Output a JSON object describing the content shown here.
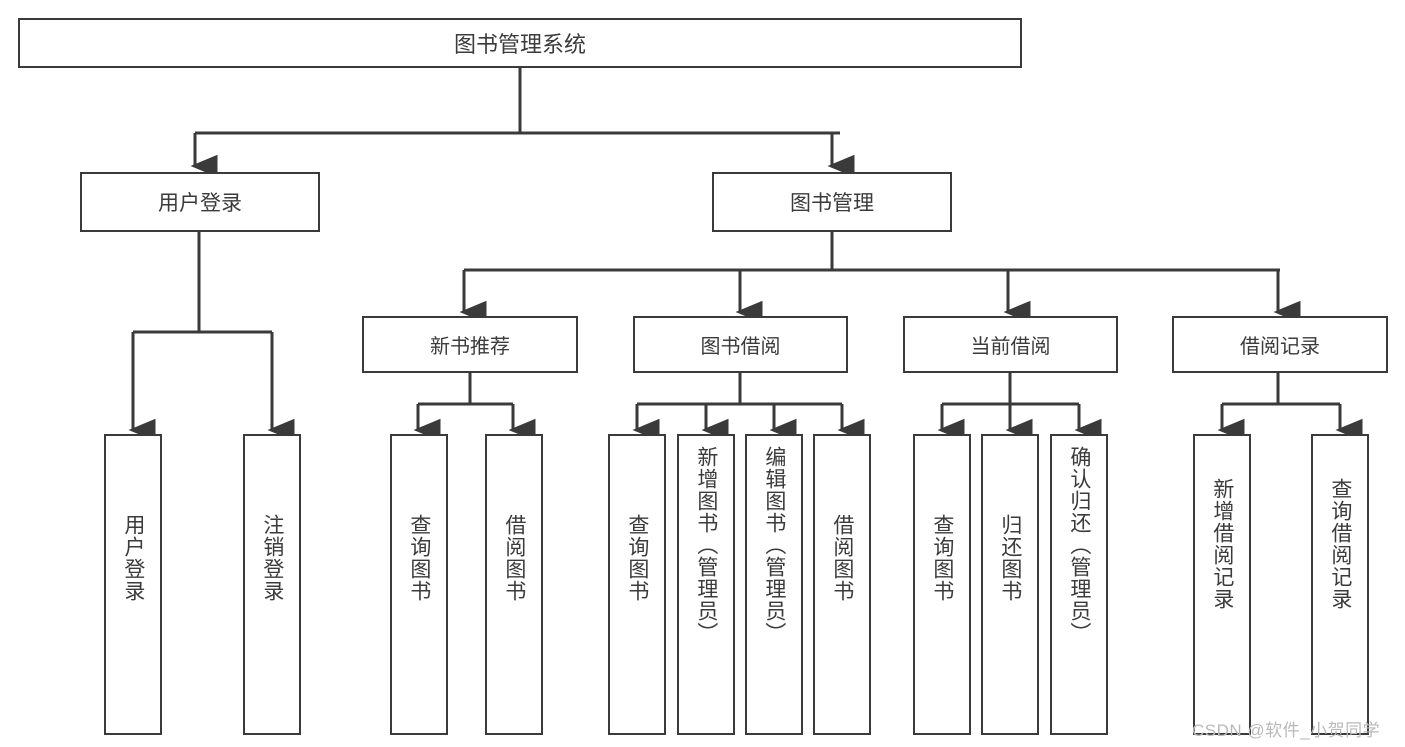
{
  "diagram": {
    "title": "图书管理系统",
    "type": "功能结构图",
    "colors": {
      "box_border": "#3a3a3a",
      "box_fill": "#ffffff",
      "text": "#3b3b3b",
      "edge": "#3a3a3a",
      "watermark": "#b9b9b9",
      "background": "#ffffff"
    },
    "root": {
      "label": "图书管理系统"
    },
    "level1": [
      {
        "label": "用户登录"
      },
      {
        "label": "图书管理"
      }
    ],
    "level2": [
      {
        "label": "新书推荐"
      },
      {
        "label": "图书借阅"
      },
      {
        "label": "当前借阅"
      },
      {
        "label": "借阅记录"
      }
    ],
    "leaves": {
      "user_login": [
        {
          "label": "用户登录"
        },
        {
          "label": "注销登录"
        }
      ],
      "new_book_recommend": [
        {
          "label": "查询图书"
        },
        {
          "label": "借阅图书"
        }
      ],
      "book_borrow": [
        {
          "label": "查询图书"
        },
        {
          "label": "新增图书（管理员）"
        },
        {
          "label": "编辑图书（管理员）"
        },
        {
          "label": "借阅图书"
        }
      ],
      "current_borrow": [
        {
          "label": "查询图书"
        },
        {
          "label": "归还图书"
        },
        {
          "label": "确认归还（管理员）"
        }
      ],
      "borrow_record": [
        {
          "label": "新增借阅记录"
        },
        {
          "label": "查询借阅记录"
        }
      ]
    },
    "watermark": {
      "text": "CSDN @软件_小贺同学"
    }
  }
}
